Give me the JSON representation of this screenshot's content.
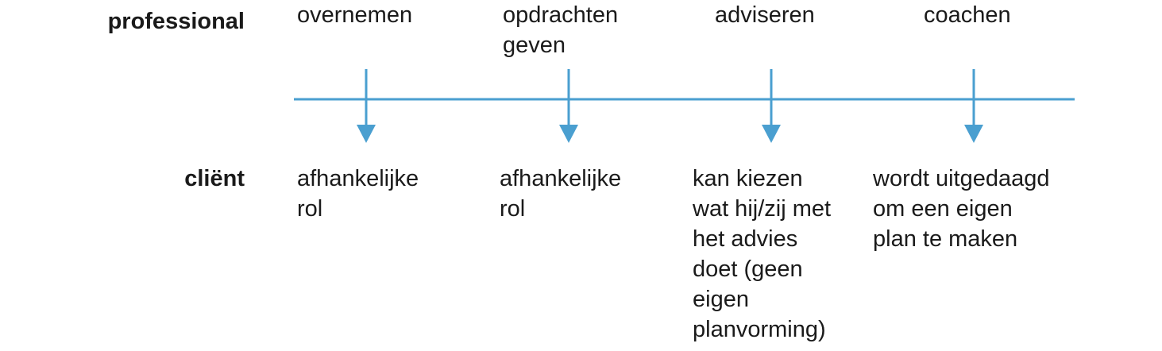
{
  "rows": {
    "professional": "professional",
    "client": "cliënt"
  },
  "steps": [
    {
      "top": "overnemen",
      "bottom": "afhankelijke\nrol"
    },
    {
      "top": "opdrachten\ngeven",
      "bottom": "afhankelijke\nrol"
    },
    {
      "top": "adviseren",
      "bottom": "kan kiezen\nwat hij/zij met\nhet advies\ndoet (geen\neigen\nplanvorming)"
    },
    {
      "top": "coachen",
      "bottom": "wordt uitgedaagd\nom een eigen\nplan te maken"
    }
  ],
  "colors": {
    "line": "#4a9fd0",
    "text": "#1a1a1a"
  }
}
